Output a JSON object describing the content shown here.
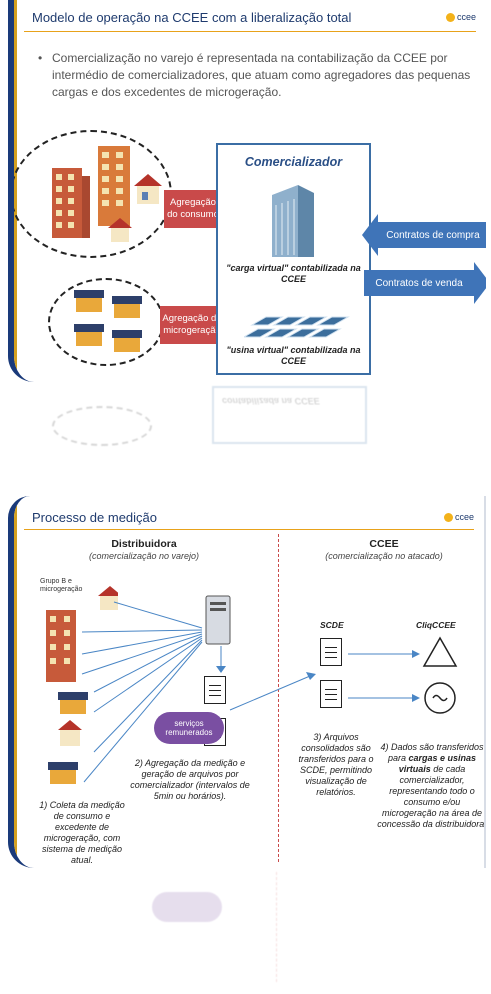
{
  "slide1": {
    "title": "Modelo de operação na CCEE com a liberalização total",
    "logo": "ccee",
    "bullet": "Comercialização no varejo é representada na contabilização da CCEE por intermédio de comercializadores, que atuam como agregadores das pequenas cargas e dos excedentes de microgeração.",
    "arrow_consumo": "Agregação do consumo",
    "arrow_microgeracao": "Agregação da microgeração",
    "comercializador_title": "Comercializador",
    "carga_virtual": "\"carga virtual\" contabilizada na CCEE",
    "usina_virtual": "\"usina virtual\" contabilizada na CCEE",
    "contratos_compra": "Contratos de compra",
    "contratos_venda": "Contratos de venda",
    "reflection_text": "contabilizada na CCEE"
  },
  "slide2": {
    "title": "Processo de medição",
    "logo": "ccee",
    "left_head": "Distribuidora",
    "left_sub": "(comercialização no varejo)",
    "right_head": "CCEE",
    "right_sub": "(comercialização no atacado)",
    "grupo_label": "Grupo B e microgeração",
    "scde": "SCDE",
    "cliqccee": "CliqCCEE",
    "step1": "1) Coleta da medição de consumo e excedente de microgeração, com sistema de medição atual.",
    "step2": "2) Agregação da medição e geração de arquivos por comercializador (intervalos de 5min ou horários).",
    "step3": "3) Arquivos consolidados são transferidos para o SCDE, permitindo visualização de relatórios.",
    "step4_a": "4) Dados são transferidos para ",
    "step4_b": "cargas e usinas virtuais",
    "step4_c": " de cada comercializador, representando todo o consumo e/ou microgeração na área de concessão da distribuidora.",
    "pill": "serviços remunerados"
  }
}
